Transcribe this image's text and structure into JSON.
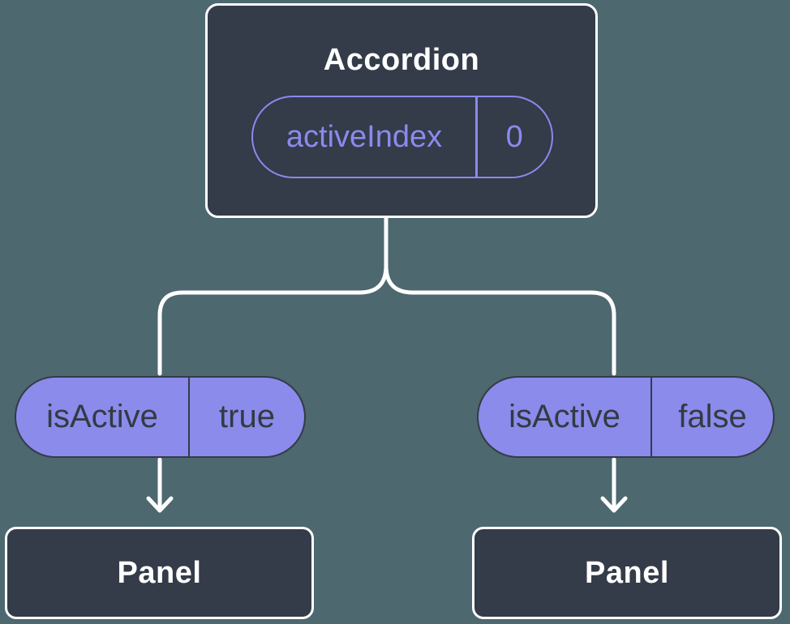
{
  "colors": {
    "background": "#4D686F",
    "node_fill": "#343B49",
    "node_border": "#FFFFFF",
    "pill_fill": "#8B8BEB",
    "pill_outline": "#8A8AEE",
    "pill_text_dark": "#333A44",
    "connector": "#FFFFFF"
  },
  "root_node": {
    "title": "Accordion",
    "state_pill": {
      "label": "activeIndex",
      "value": "0"
    }
  },
  "branches": [
    {
      "prop_pill": {
        "label": "isActive",
        "value": "true"
      },
      "child_node": {
        "title": "Panel"
      }
    },
    {
      "prop_pill": {
        "label": "isActive",
        "value": "false"
      },
      "child_node": {
        "title": "Panel"
      }
    }
  ]
}
